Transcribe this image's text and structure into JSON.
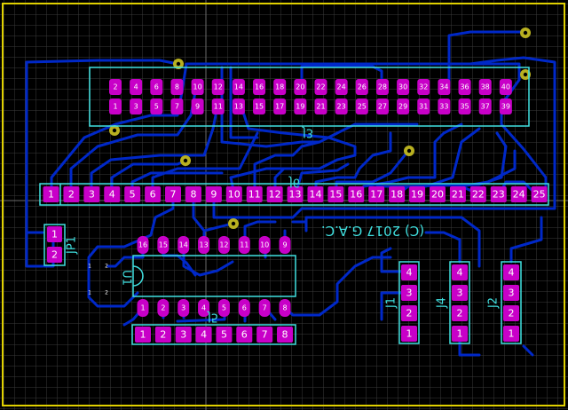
{
  "colors": {
    "background": "#000000",
    "grid": "#3a3a3a",
    "trace": "#0028c8",
    "pad": "#c800c8",
    "silkscreen": "#40e0e0",
    "via": "#b8b020",
    "border": "#e0d000",
    "text": "#ffffff"
  },
  "board": {
    "mirrored_text": "(C) 2017 G.A.C."
  },
  "components": {
    "j3": {
      "designator": "J3",
      "top_row": [
        "2",
        "4",
        "6",
        "8",
        "10",
        "12",
        "14",
        "16",
        "18",
        "20",
        "22",
        "24",
        "26",
        "28",
        "30",
        "32",
        "34",
        "36",
        "38",
        "40"
      ],
      "bottom_row": [
        "1",
        "3",
        "5",
        "7",
        "9",
        "11",
        "13",
        "15",
        "17",
        "19",
        "21",
        "23",
        "25",
        "27",
        "29",
        "31",
        "33",
        "35",
        "37",
        "39"
      ]
    },
    "j6": {
      "designator": "J6",
      "pins": [
        "1",
        "2",
        "3",
        "4",
        "5",
        "6",
        "7",
        "8",
        "9",
        "10",
        "11",
        "12",
        "13",
        "14",
        "15",
        "16",
        "17",
        "18",
        "19",
        "20",
        "21",
        "22",
        "23",
        "24",
        "25"
      ]
    },
    "jp1": {
      "designator": "JP1",
      "pins": [
        "1",
        "2"
      ]
    },
    "u1": {
      "designator": "U1",
      "top_row": [
        "16",
        "15",
        "14",
        "13",
        "12",
        "11",
        "10",
        "9"
      ],
      "bottom_row": [
        "1",
        "2",
        "3",
        "4",
        "5",
        "6",
        "7",
        "8"
      ],
      "small_pins": [
        "1",
        "2",
        "1",
        "2"
      ]
    },
    "j5": {
      "designator": "J5",
      "pins": [
        "1",
        "2",
        "3",
        "4",
        "5",
        "6",
        "7",
        "8"
      ]
    },
    "j1": {
      "designator": "J1",
      "pins": [
        "4",
        "3",
        "2",
        "1"
      ]
    },
    "j4": {
      "designator": "J4",
      "pins": [
        "4",
        "3",
        "2",
        "1"
      ]
    },
    "j2": {
      "designator": "J2",
      "pins": [
        "4",
        "3",
        "2",
        "1"
      ]
    }
  }
}
